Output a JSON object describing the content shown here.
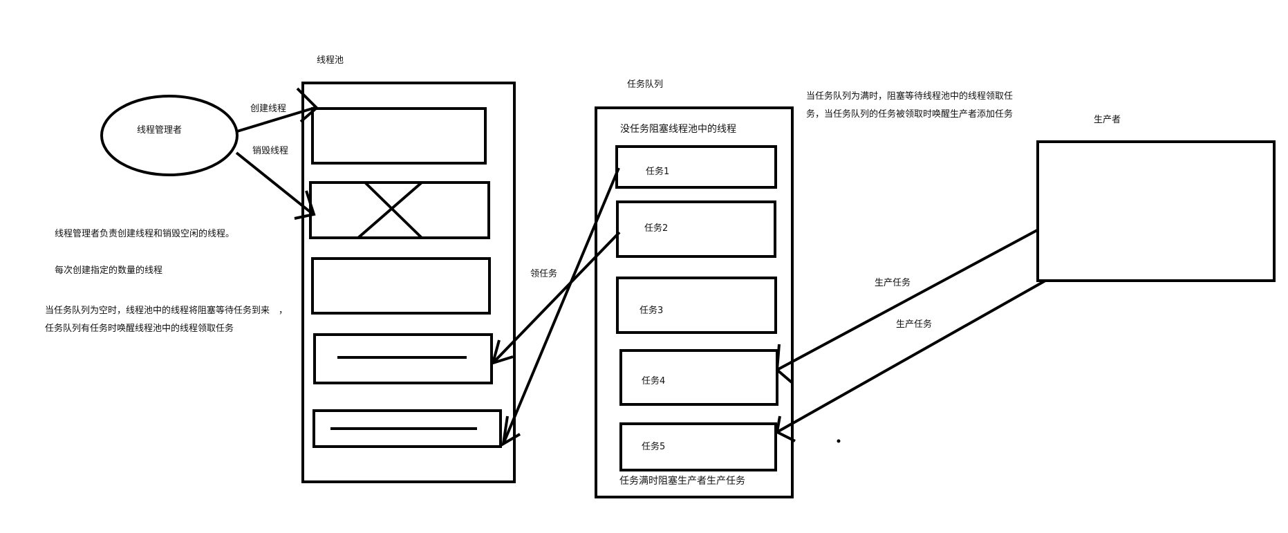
{
  "manager": {
    "label": "线程管理者",
    "create_label": "创建线程",
    "destroy_label": "销毁线程"
  },
  "pool": {
    "title": "线程池"
  },
  "queue": {
    "title": "任务队列",
    "top_note": "没任务阻塞线程池中的线程",
    "bottom_note": "任务满时阻塞生产者生产任务",
    "tasks": [
      "任务1",
      "任务2",
      "任务3",
      "任务4",
      "任务5"
    ]
  },
  "producer": {
    "title": "生产者",
    "produce_label_1": "生产任务",
    "produce_label_2": "生产任务"
  },
  "fetch_label": "领任务",
  "notes": {
    "left_1": "线程管理者负责创建线程和销毁空闲的线程。",
    "left_2": "每次创建指定的数量的线程",
    "left_3": "当任务队列为空时，线程池中的线程将阻塞等待任务到来　，任务队列有任务时唤醒线程池中的线程领取任务",
    "right_1": "当任务队列为满时，阻塞等待线程池中的线程领取任务，当任务队列的任务被领取时唤醒生产者添加任务"
  }
}
